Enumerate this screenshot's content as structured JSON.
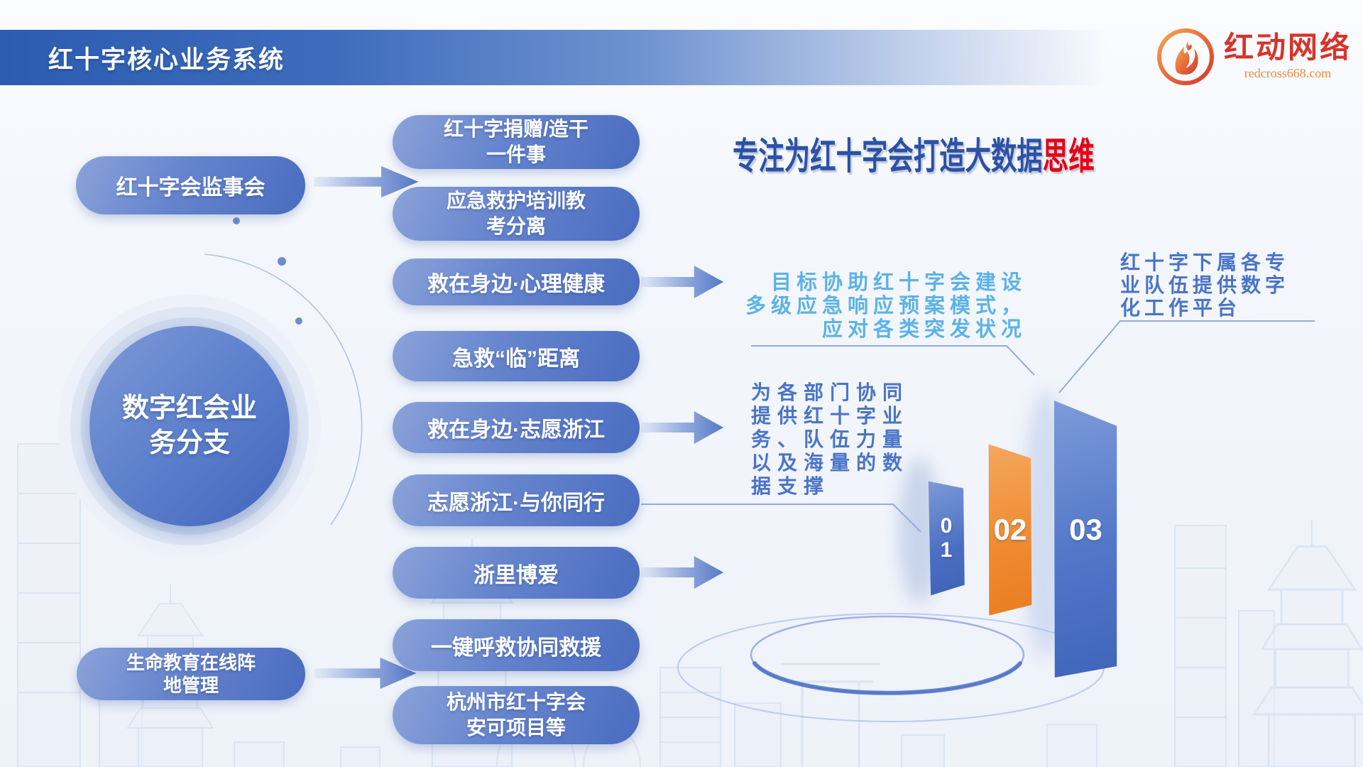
{
  "header": {
    "title": "红十字核心业务系统"
  },
  "logo": {
    "name": "红动网络",
    "domain": "redcross668.com",
    "icon": "flame-circle-icon"
  },
  "left_branch": {
    "supervisor_pill": "红十字会监事会",
    "hub_circle": "数字红会业\n务分支",
    "education_pill": "生命教育在线阵\n地管理"
  },
  "pills": [
    "红十字捐赠/造干\n一件事",
    "应急救护培训教\n考分离",
    "救在身边·心理健康",
    "急救“临”距离",
    "救在身边·志愿浙江",
    "志愿浙江·与你同行",
    "浙里博爱",
    "一键呼救协同救援",
    "杭州市红十字会\n安可项目等"
  ],
  "headline": {
    "main": "专注为红十字会打造大数据",
    "accent": "思维"
  },
  "callouts": {
    "emergency": "目标协助红十字会建设\n多级应急响应预案模式，\n应对各类突发状况",
    "platform": "红十字下属各专\n业队伍提供数字\n化工作平台",
    "data_support": "为各部门协同\n提供红十字业\n务、队伍力量\n以及海量的数\n据支撑"
  },
  "bars": [
    "01",
    "02",
    "03"
  ],
  "colors": {
    "header_blue": "#2B5CB0",
    "pill_blue": "#4A6CC0",
    "pill_blue_light": "#8BA1D8",
    "headline_blue": "#2B51A8",
    "accent_red": "#E60012",
    "callout_light_blue": "#5CB3E6",
    "callout_blue": "#4A74C8",
    "bar_orange": "#ED8129",
    "logo_red": "#D7342A",
    "logo_orange": "#EE8A3C"
  }
}
